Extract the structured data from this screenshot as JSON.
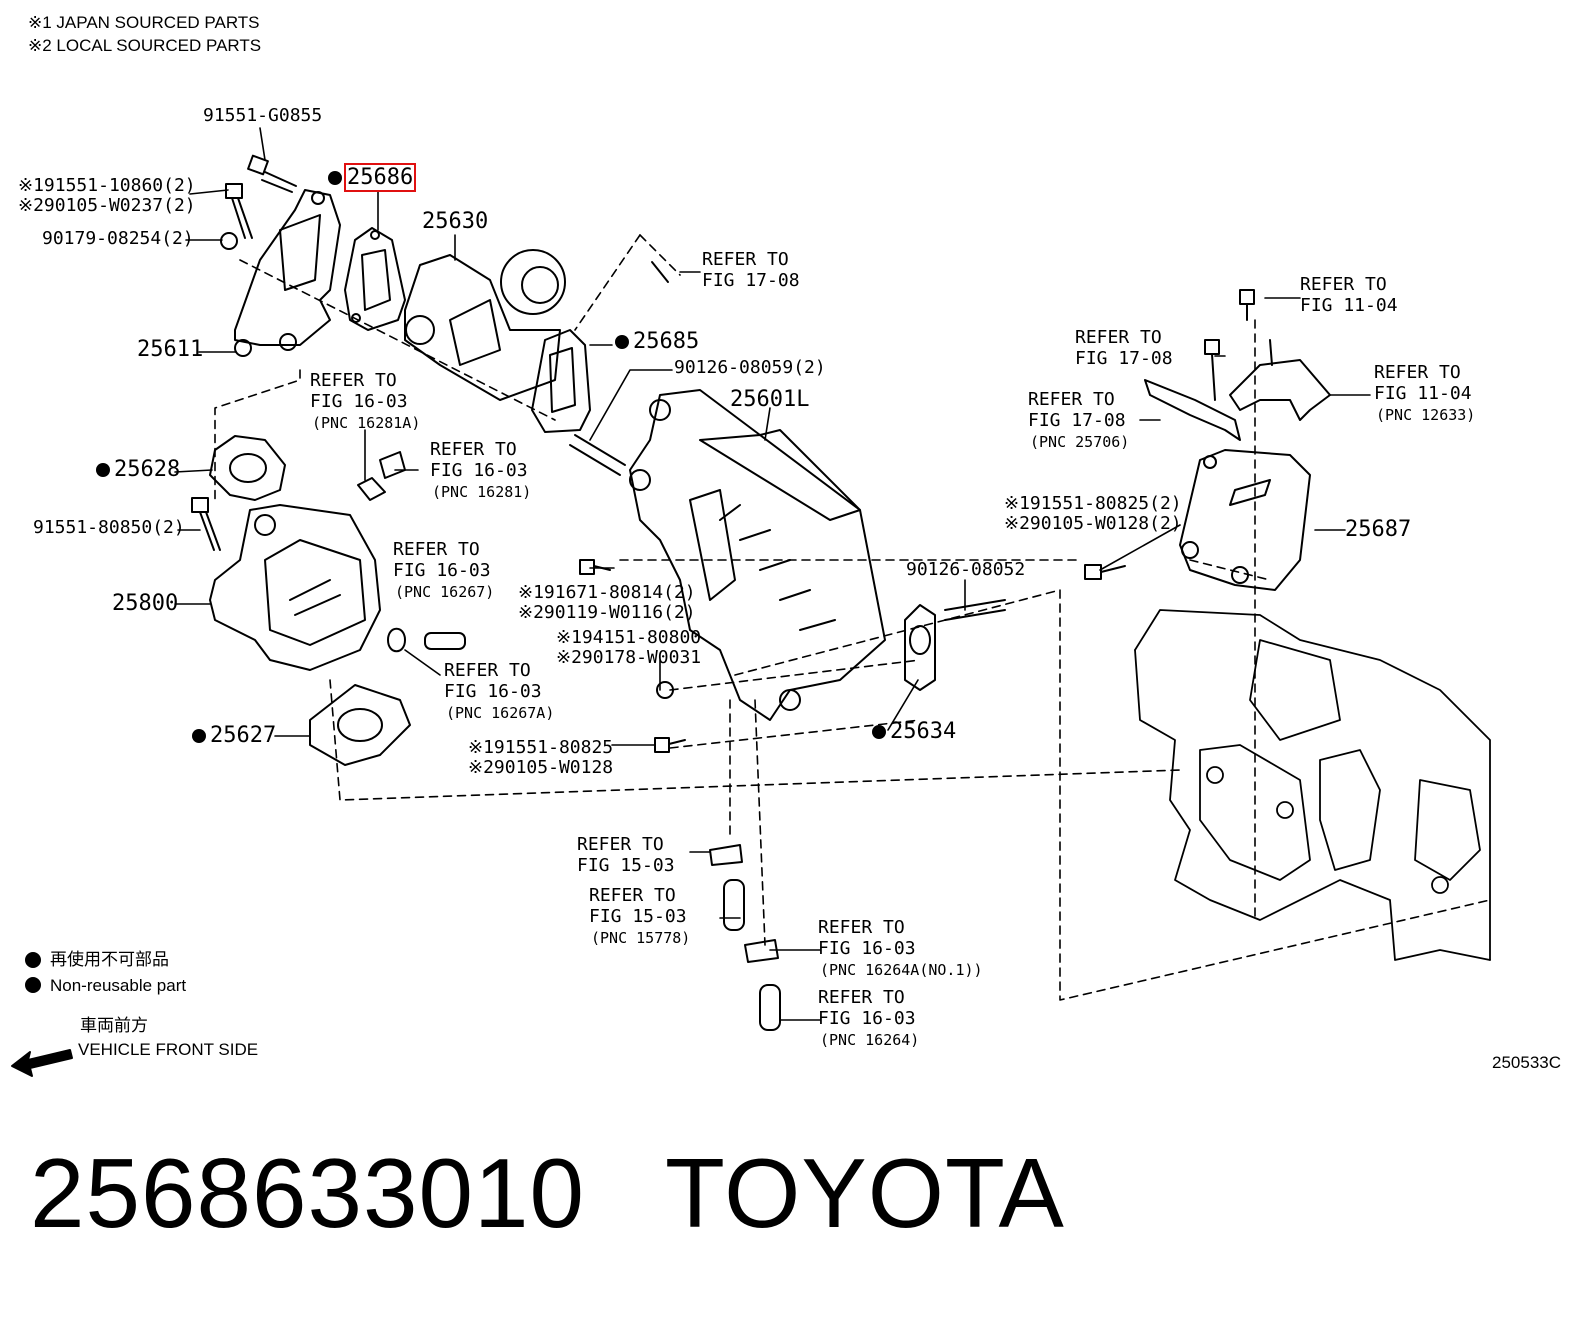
{
  "notes": {
    "japan": "※1 JAPAN SOURCED PARTS",
    "local": "※2 LOCAL SOURCED PARTS"
  },
  "parts": {
    "p1": "91551-G0855",
    "p2a": "※191551-10860(2)",
    "p2b": "※290105-W0237(2)",
    "p3": "90179-08254(2)",
    "p4": "25686",
    "p5": "25630",
    "p6": "25611",
    "p7": "25685",
    "p8": "90126-08059(2)",
    "p9": "25601L",
    "p10": "25628",
    "p11": "91551-80850(2)",
    "p12": "25800",
    "p13": "25627",
    "p14a": "※191671-80814(2)",
    "p14b": "※290119-W0116(2)",
    "p15a": "※194151-80800",
    "p15b": "※290178-W0031",
    "p16a": "※191551-80825",
    "p16b": "※290105-W0128",
    "p17": "90126-08052",
    "p18": "25634",
    "p19a": "※191551-80825(2)",
    "p19b": "※290105-W0128(2)",
    "p20": "25687"
  },
  "refs": {
    "r1a": "REFER TO",
    "r1b": "FIG 17-08",
    "r2a": "REFER TO",
    "r2b": "FIG 16-03",
    "r2c": "(PNC 16281A)",
    "r3a": "REFER TO",
    "r3b": "FIG 16-03",
    "r3c": "(PNC 16281)",
    "r4a": "REFER TO",
    "r4b": "FIG 16-03",
    "r4c": "(PNC 16267)",
    "r5a": "REFER TO",
    "r5b": "FIG 16-03",
    "r5c": "(PNC 16267A)",
    "r6a": "REFER TO",
    "r6b": "FIG 11-04",
    "r7a": "REFER TO",
    "r7b": "FIG 17-08",
    "r8a": "REFER TO",
    "r8b": "FIG 17-08",
    "r8c": "(PNC 25706)",
    "r9a": "REFER TO",
    "r9b": "FIG 11-04",
    "r9c": "(PNC 12633)",
    "r10a": "REFER TO",
    "r10b": "FIG 15-03",
    "r11a": "REFER TO",
    "r11b": "FIG 15-03",
    "r11c": "(PNC 15778)",
    "r12a": "REFER TO",
    "r12b": "FIG 16-03",
    "r12c": "(PNC 16264A(NO.1))",
    "r13a": "REFER TO",
    "r13b": "FIG 16-03",
    "r13c": "(PNC 16264)"
  },
  "legend": {
    "jp": "再使用不可部品",
    "en": "Non-reusable part",
    "dir_jp": "車両前方",
    "dir_en": "VEHICLE FRONT SIDE"
  },
  "figure_code": "250533C",
  "caption": {
    "part_number": "2568633010",
    "brand": "TOYOTA"
  }
}
